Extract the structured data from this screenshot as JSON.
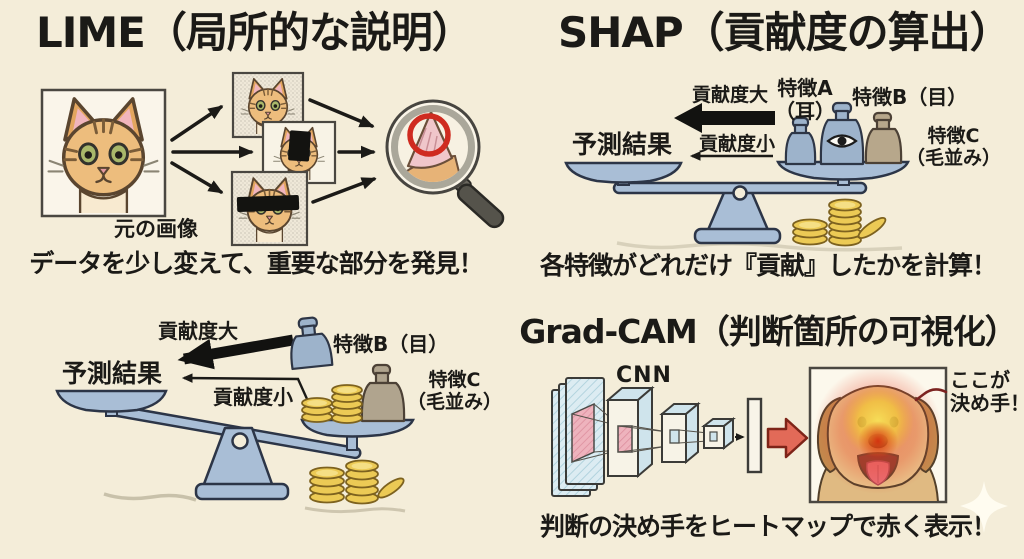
{
  "lime": {
    "title": "LIME（局所的な説明）",
    "original_label": "元の画像",
    "caption": "データを少し変えて、重要な部分を発見！"
  },
  "shap": {
    "title": "SHAP（貢献度の算出）",
    "prediction_label": "予測結果",
    "contribution_large": "貢献度大",
    "contribution_small": "貢献度小",
    "feature_a_line1": "特徴A",
    "feature_a_line2": "（耳）",
    "feature_b": "特徴B（目）",
    "feature_c_line1": "特徴C",
    "feature_c_line2": "（毛並み）",
    "caption": "各特徴がどれだけ『貢献』したかを計算！"
  },
  "shap_detail": {
    "prediction_label": "予測結果",
    "contribution_large": "貢献度大",
    "contribution_small": "貢献度小",
    "feature_b": "特徴B（目）",
    "feature_c_line1": "特徴C",
    "feature_c_line2": "（毛並み）"
  },
  "gradcam": {
    "title": "Grad-CAM（判断箇所の可視化）",
    "cnn_label": "CNN",
    "callout_line1": "ここが",
    "callout_line2": "決め手！",
    "caption": "判断の決め手をヒートマップで赤く表示！"
  },
  "palette": {
    "background": "#f4edd9",
    "ink": "#1b1a17",
    "scale_blue": "#a9bed6",
    "weight_blue": "#9db3cb",
    "weight_tan": "#b7a78b",
    "coin_gold": "#ecca55",
    "highlight_red": "#cf2b20",
    "heat_red": "#e8452c",
    "heat_yellow": "#f7e258",
    "cnn_layer_blue": "#d7e9f0",
    "cnn_layer_pink": "#eba9b5",
    "flow_arrow_red": "#e26a58",
    "dog_fur": "#e9c78d"
  }
}
